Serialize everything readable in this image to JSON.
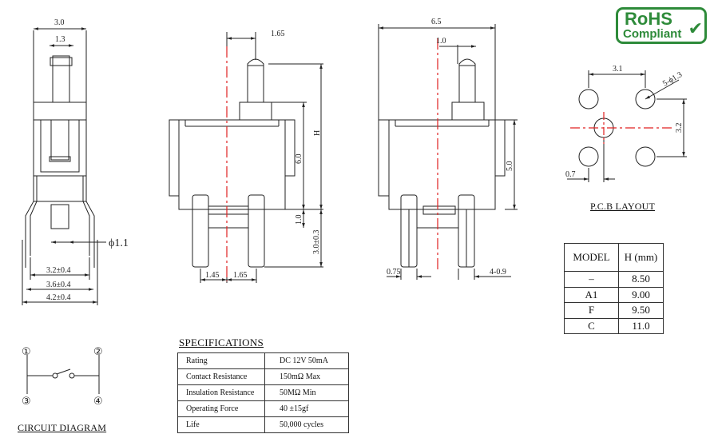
{
  "side_view": {
    "dim_width_top": "3.0",
    "dim_plunger": "1.3",
    "dim_phi": "ϕ1.1",
    "dim_pin_1": "3.2±0.4",
    "dim_pin_2": "3.6±0.4",
    "dim_pin_3": "4.2±0.4"
  },
  "front_view": {
    "dim_offset": "1.65",
    "dim_H": "H",
    "dim_body": "6.0",
    "dim_base": "1.0",
    "dim_pin_len": "3.0±0.3",
    "dim_pin_a": "1.45",
    "dim_pin_b": "1.65"
  },
  "right_view": {
    "dim_width": "6.5",
    "dim_plunger": "1.0",
    "dim_height": "5.0",
    "dim_pin_w": "0.75",
    "dim_pins": "4-0.9"
  },
  "pcb_layout": {
    "caption": "P.C.B LAYOUT",
    "dim_pitch_x": "3.1",
    "dim_holes": "5-ϕ1.3",
    "dim_pitch_y": "3.2",
    "dim_offset": "0.7"
  },
  "model_table": {
    "headers": [
      "MODEL",
      "H (mm)"
    ],
    "rows": [
      [
        "–",
        "8.50"
      ],
      [
        "A1",
        "9.00"
      ],
      [
        "F",
        "9.50"
      ],
      [
        "C",
        "11.0"
      ]
    ]
  },
  "specifications": {
    "title": "SPECIFICATIONS",
    "rows": [
      [
        "Rating",
        "DC 12V  50mA"
      ],
      [
        "Contact Resistance",
        "150mΩ  Max"
      ],
      [
        "Insulation Resistance",
        "50MΩ  Min"
      ],
      [
        "Operating Force",
        "40 ±15gf"
      ],
      [
        "Life",
        "50,000 cycles"
      ]
    ]
  },
  "circuit": {
    "caption": "CIRCUIT DIAGRAM",
    "terminals": [
      "①",
      "②",
      "③",
      "④"
    ]
  },
  "badge": {
    "line1": "RoHS",
    "line2": "Compliant",
    "color": "#2e8b3a"
  }
}
